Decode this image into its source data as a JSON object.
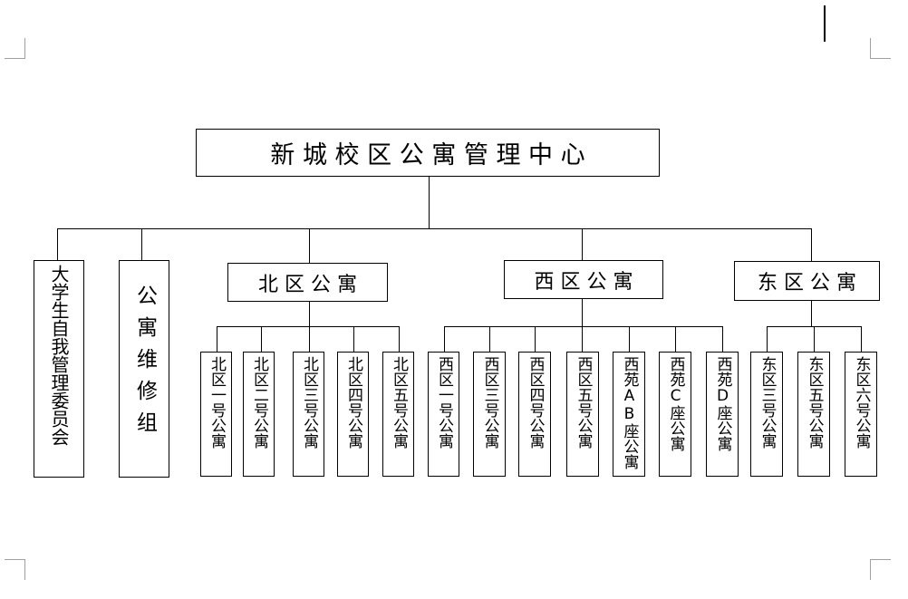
{
  "org_chart": {
    "root": "新 城 校 区 公 寓 管 理 中 心",
    "departments": [
      {
        "label": "大学生自我管理委员会",
        "units": []
      },
      {
        "label": "公寓维修组",
        "units": []
      },
      {
        "label": "北 区 公 寓",
        "units": [
          "北区一号公寓",
          "北区二号公寓",
          "北区三号公寓",
          "北区四号公寓",
          "北区五号公寓"
        ]
      },
      {
        "label": "西 区 公 寓",
        "units": [
          "西区一号公寓",
          "西区三号公寓",
          "西区四号公寓",
          "西区五号公寓",
          "西苑AB座公寓",
          "西苑C座公寓",
          "西苑D座公寓"
        ]
      },
      {
        "label": "东 区 公 寓",
        "units": [
          "东区三号公寓",
          "东区五号公寓",
          "东区六号公寓"
        ]
      }
    ]
  }
}
